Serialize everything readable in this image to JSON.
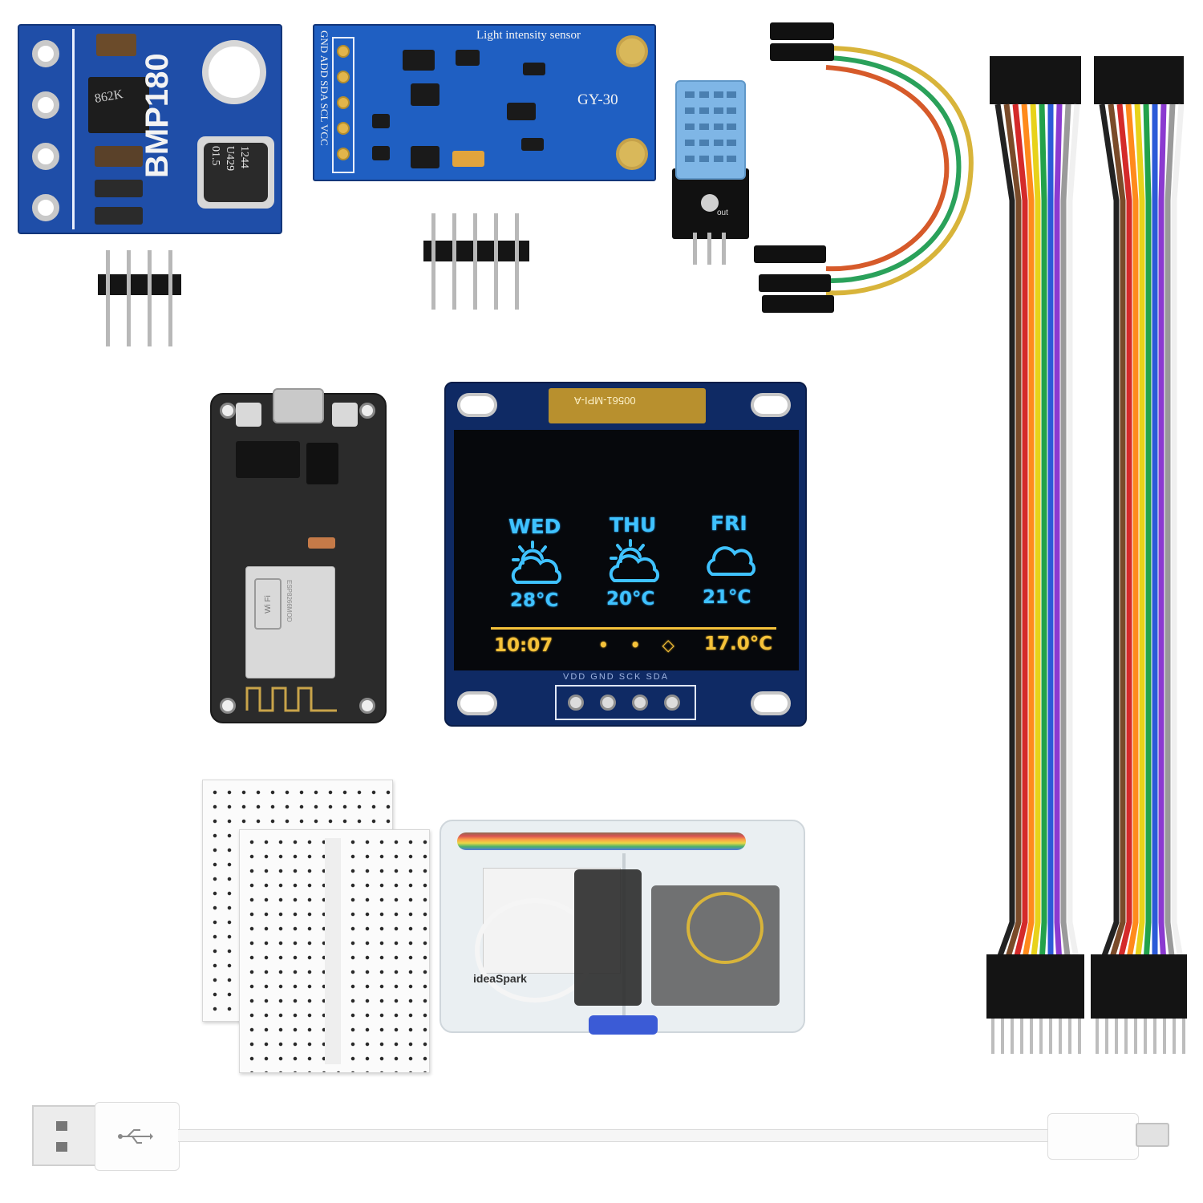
{
  "bmp180": {
    "label": "BMP180",
    "chip_text": [
      "1244",
      "U429",
      "01.5"
    ],
    "res_code": "862K"
  },
  "gy30": {
    "title": "Light intensity sensor",
    "model": "GY-30",
    "pins": "GND ADD SDA SCL VCC"
  },
  "dht": {
    "label": "out"
  },
  "esp": {
    "module_label": "Wi Fi",
    "module_text": "ESP8266MOD"
  },
  "oled": {
    "flex_label": "00561-MPI-A",
    "forecast": [
      {
        "day": "WED",
        "icon": "sun-cloud-icon",
        "temp": "28°C"
      },
      {
        "day": "THU",
        "icon": "sun-cloud-icon",
        "temp": "20°C"
      },
      {
        "day": "FRI",
        "icon": "cloud-icon",
        "temp": "21°C"
      }
    ],
    "time": "10:07",
    "indicators": "• • ◇",
    "current_temp": "17.0°C",
    "pin_labels": "VDD GND SCK SDA"
  },
  "box": {
    "brand": "ideaSpark"
  },
  "colors": {
    "pcb": "#1f4ea8",
    "oled_blue": "#3fc2ff",
    "oled_yellow": "#f5c23a",
    "esp_board": "#2b2b2b"
  }
}
